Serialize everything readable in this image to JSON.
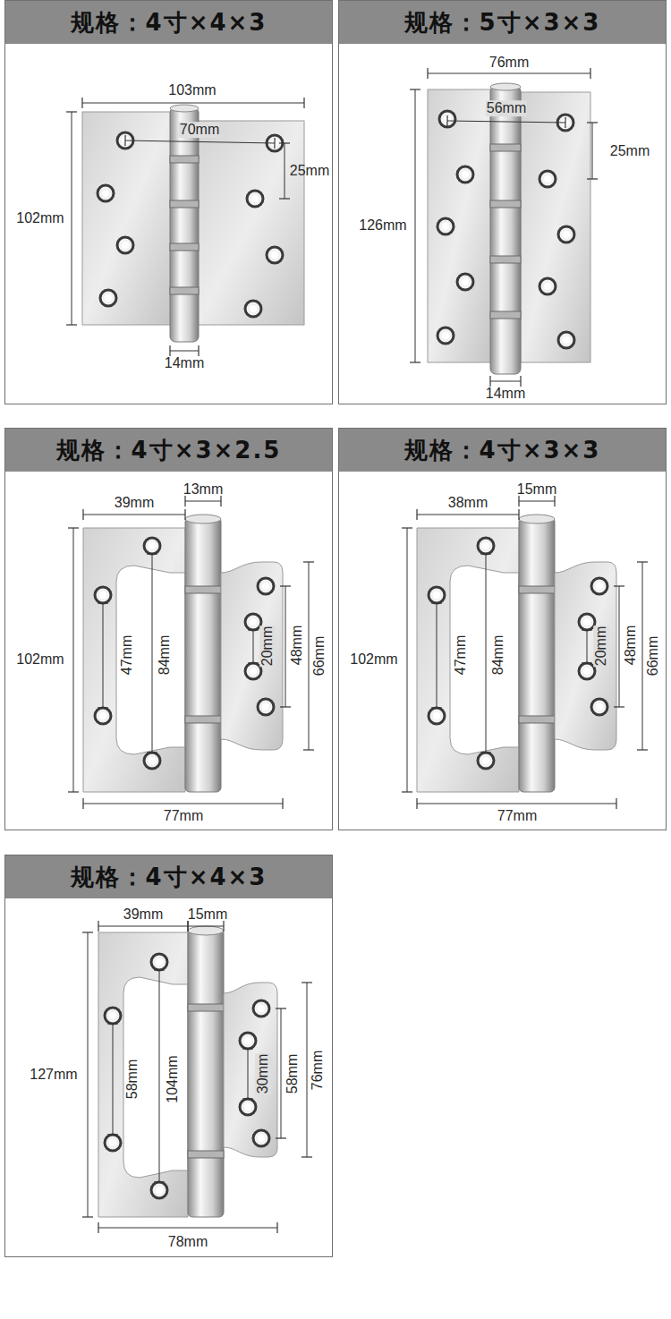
{
  "diagram": {
    "nodes": [
      {
        "text": [
          "规格：4寸×4×3"
        ]
      },
      {
        "text": [
          "规格：5寸×3×3"
        ]
      },
      {
        "text": [
          "规格：4寸×3×2.5"
        ]
      },
      {
        "text": [
          "规格：4寸×3×3"
        ]
      },
      {
        "text": [
          "规格：4寸×4×3"
        ]
      }
    ],
    "labels": [
      "103mm",
      "70mm",
      "25mm",
      "102mm",
      "14mm",
      "76mm",
      "56mm",
      "25mm",
      "126mm",
      "14mm",
      "39mm",
      "13mm",
      "102mm",
      "47mm",
      "84mm",
      "20mm",
      "48mm",
      "66mm",
      "77mm",
      "38mm",
      "15mm",
      "102mm",
      "47mm",
      "84mm",
      "20mm",
      "48mm",
      "66mm",
      "77mm",
      "39mm",
      "15mm",
      "127mm",
      "58mm",
      "104mm",
      "30mm",
      "58mm",
      "76mm",
      "78mm"
    ]
  }
}
